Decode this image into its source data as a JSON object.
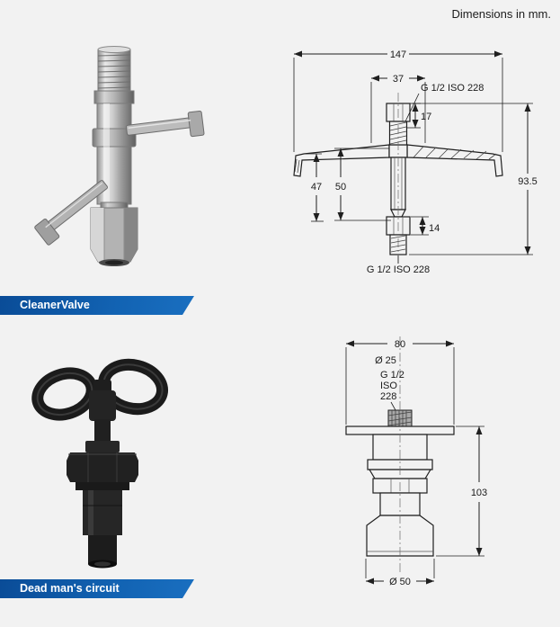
{
  "page": {
    "note": "Dimensions in mm.",
    "background": "#f2f2f2",
    "banner_color": "#1263b3"
  },
  "products": [
    {
      "label": "CleanerValve",
      "drawing": {
        "total_width": "147",
        "top_width": "37",
        "top_thread": "G 1/2 ISO 228",
        "top_depth": "17",
        "left_height_inner": "47",
        "left_height_outer": "50",
        "total_height": "93.5",
        "nut_height": "14",
        "bottom_thread": "G 1/2 ISO 228"
      }
    },
    {
      "label": "Dead man's circuit",
      "drawing": {
        "flange_width": "80",
        "top_diameter": "Ø 25",
        "thread_l1": "G 1/2",
        "thread_l2": "ISO",
        "thread_l3": "228",
        "total_height": "103",
        "base_diameter": "Ø 50"
      }
    }
  ]
}
